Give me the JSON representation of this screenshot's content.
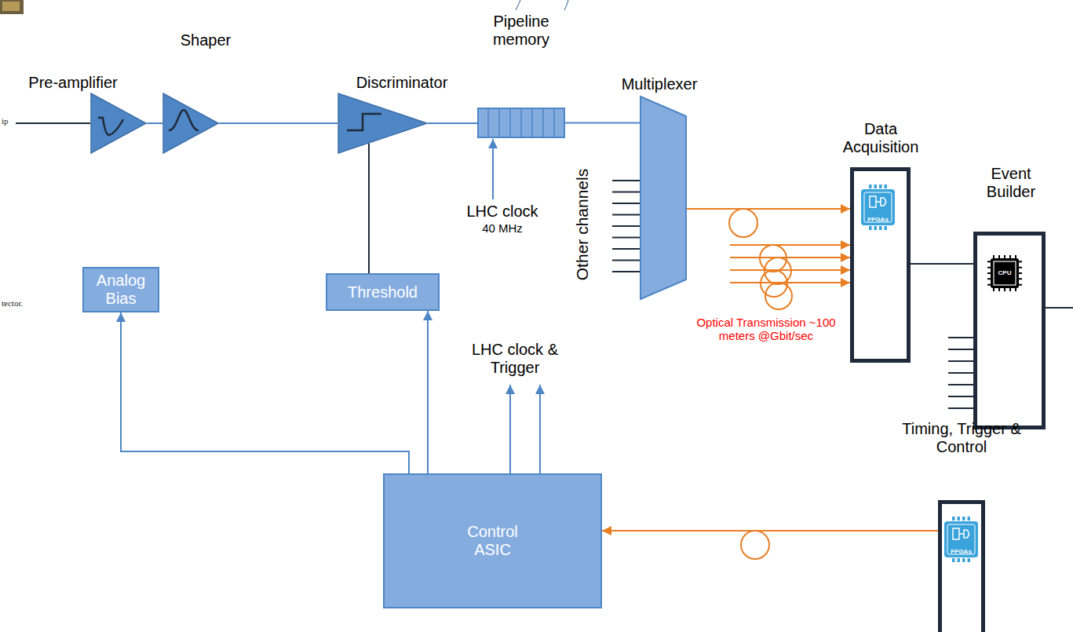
{
  "diagram": {
    "nodes": [
      {
        "text": [
          "Pre-amplifier"
        ]
      },
      {
        "text": [
          "Shaper"
        ]
      },
      {
        "text": [
          "Discriminator"
        ]
      },
      {
        "text": [
          "Pipeline memory"
        ]
      },
      {
        "text": [
          "Multiplexer"
        ]
      },
      {
        "text": [
          "Data Acquisition",
          "FPGAs"
        ]
      },
      {
        "text": [
          "Event Builder",
          "CPU"
        ]
      },
      {
        "text": [
          "Analog Bias"
        ]
      },
      {
        "text": [
          "Threshold"
        ]
      },
      {
        "text": [
          "Control ASIC"
        ]
      },
      {
        "text": [
          "Timing, Trigger & Control",
          "FPGAs"
        ]
      }
    ],
    "edges": [
      {
        "from": 0,
        "to": 1,
        "arrow": "none"
      },
      {
        "from": 1,
        "to": 2,
        "arrow": "none"
      },
      {
        "from": 2,
        "to": 3,
        "arrow": "none"
      },
      {
        "from": 3,
        "to": 4,
        "arrow": "none"
      },
      {
        "from": 4,
        "to": 5,
        "arrow": "to"
      },
      {
        "from": 5,
        "to": 6,
        "arrow": "none"
      },
      {
        "from": 8,
        "to": 2,
        "arrow": "none"
      },
      {
        "from": 9,
        "to": 7,
        "arrow": "to"
      },
      {
        "from": 9,
        "to": 8,
        "arrow": "to"
      },
      {
        "from": 10,
        "to": 9,
        "arrow": "to"
      }
    ],
    "labels": [
      "ip",
      "Other channels",
      "LHC clock",
      "40 MHz",
      "LHC clock & Trigger",
      "Optical Transmission ~100 meters @Gbit/sec",
      "tector."
    ]
  }
}
